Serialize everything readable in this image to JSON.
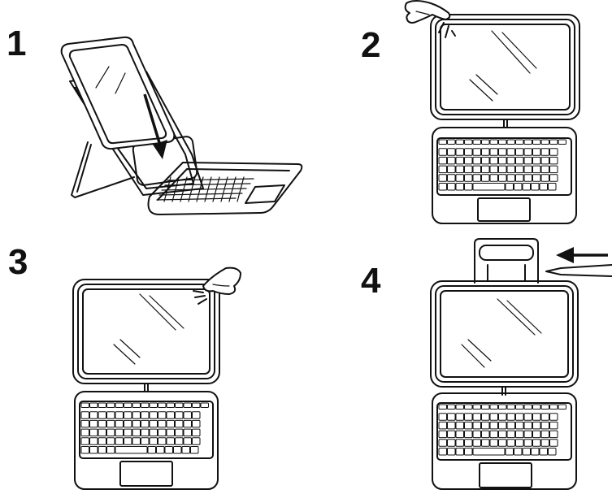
{
  "steps": [
    {
      "number": "1",
      "action": "insert-tablet-into-case"
    },
    {
      "number": "2",
      "action": "press-top-left-corner"
    },
    {
      "number": "3",
      "action": "press-top-right-corner"
    },
    {
      "number": "4",
      "action": "attach-pencil-holder"
    }
  ],
  "icons": {
    "step1": [
      "tablet-icon",
      "kickstand-icon",
      "keyboard-icon",
      "arrow-down-icon"
    ],
    "step2": [
      "hand-icon",
      "press-burst-icon",
      "tablet-icon",
      "keyboard-icon"
    ],
    "step3": [
      "hand-icon",
      "press-burst-icon",
      "tablet-icon",
      "keyboard-icon"
    ],
    "step4": [
      "pencil-holder-icon",
      "pencil-icon",
      "arrow-left-icon",
      "tablet-icon",
      "keyboard-icon"
    ]
  },
  "colors": {
    "ink": "#111111",
    "background": "#ffffff"
  }
}
